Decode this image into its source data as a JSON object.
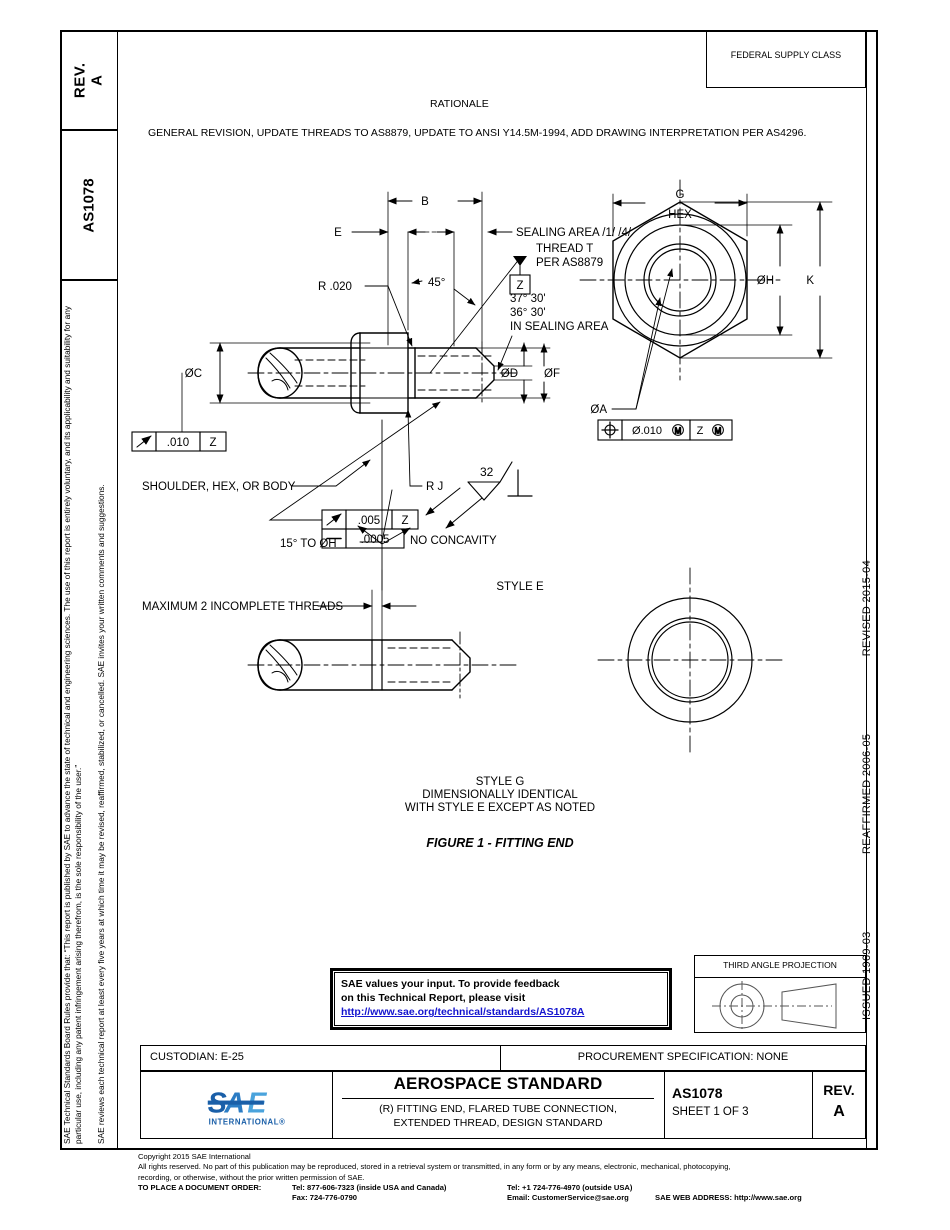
{
  "header": {
    "rev_label": "REV.",
    "rev_value": "A",
    "doc_id": "AS1078",
    "federal_supply_class": "FEDERAL SUPPLY CLASS",
    "rationale_title": "RATIONALE",
    "rationale_body": "GENERAL REVISION, UPDATE THREADS TO AS8879, UPDATE TO ANSI Y14.5M-1994, ADD DRAWING INTERPRETATION PER AS4296."
  },
  "legal": {
    "paragraph1": "SAE Technical Standards Board Rules provide that: “This report is published by SAE to advance the state of technical and engineering sciences. The use of this report is entirely voluntary, and its applicability and suitability for any particular use, including any patent infringement arising therefrom, is the sole responsibility of the user.”",
    "paragraph2": "SAE reviews each technical report at least every five years at which time it may be revised, reaffirmed, stabilized, or cancelled. SAE invites your written comments and suggestions."
  },
  "dates": {
    "issued": "ISSUED 1969-03",
    "reaffirmed": "REAFFIRMED 2006-05",
    "revised": "REVISED 2015-04"
  },
  "drawing": {
    "figure_caption": "FIGURE 1 - FITTING END",
    "style_e": "STYLE E",
    "style_g_line1": "STYLE G",
    "style_g_line2": "DIMENSIONALLY IDENTICAL",
    "style_g_line3": "WITH STYLE E EXCEPT AS NOTED",
    "labels": {
      "dim_b": "B",
      "dim_e": "E",
      "dim_g": "G",
      "dim_hex": "HEX",
      "dim_k": "K",
      "dia_a": "ØA",
      "dia_c": "ØC",
      "dia_d": "ØD",
      "dia_f": "ØF",
      "dia_h": "ØH",
      "radius_020": "R  .020",
      "radius_j": "R J",
      "angle_45": "45°",
      "angle_15_to_h": "15° TO ØH",
      "sealing_area": "SEALING AREA /1/ /4/",
      "thread_t_1": "THREAD T",
      "thread_t_2": "PER AS8879",
      "datum_z": "Z",
      "seal_angle_1": "37° 30'",
      "seal_angle_2": "36° 30'",
      "seal_angle_3": "IN SEALING AREA",
      "shoulder_note": "SHOULDER, HEX, OR BODY",
      "max_threads": "MAXIMUM 2 INCOMPLETE THREADS",
      "surface_finish": "32",
      "no_concavity": "NO CONCAVITY"
    },
    "feature_control_frames": [
      {
        "symbol": "runout",
        "tolerance": ".010",
        "datum": "Z"
      },
      {
        "symbol": "runout",
        "tolerance": ".005",
        "datum": "Z"
      },
      {
        "symbol": "flatness",
        "tolerance": ".0005",
        "datum": ""
      },
      {
        "symbol": "position",
        "tolerance": "Ø.010",
        "modifier": "M",
        "datum": "Z",
        "datum_modifier": "M"
      }
    ]
  },
  "feedback": {
    "line1": "SAE values your input. To provide feedback",
    "line2": "on this Technical Report, please visit",
    "link": "http://www.sae.org/technical/standards/AS1078A"
  },
  "projection": {
    "title": "THIRD ANGLE PROJECTION"
  },
  "title_block": {
    "custodian": "CUSTODIAN: E-25",
    "procurement": "PROCUREMENT SPECIFICATION: NONE",
    "standard_type": "AEROSPACE STANDARD",
    "description_line1": "(R) FITTING END, FLARED TUBE CONNECTION,",
    "description_line2": "EXTENDED THREAD, DESIGN STANDARD",
    "doc_number": "AS1078",
    "sheet": "SHEET 1 OF 3",
    "rev_label": "REV.",
    "rev_value": "A",
    "logo_text": "SAE",
    "logo_sub": "INTERNATIONAL®"
  },
  "footer": {
    "copyright": "Copyright 2015 SAE International",
    "rights1": "All rights reserved. No part of this publication may be reproduced, stored in a retrieval system or transmitted, in any form or by any means, electronic, mechanical, photocopying,",
    "rights2": "recording, or otherwise, without the prior written permission of SAE.",
    "order_label": "TO PLACE A DOCUMENT ORDER:",
    "tel_inside": "Tel: 877-606-7323 (inside USA and Canada)",
    "fax": "Fax: 724-776-0790",
    "tel_outside": "Tel: +1 724-776-4970 (outside USA)",
    "email": "Email: CustomerService@sae.org",
    "web": "SAE WEB ADDRESS: http://www.sae.org"
  },
  "colors": {
    "link": "#1414cf",
    "logo_dark": "#1a5fa8",
    "logo_mid": "#2b7cc4",
    "logo_light": "#4aa3dc"
  }
}
